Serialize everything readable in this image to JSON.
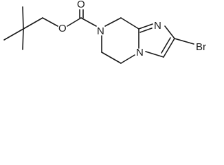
{
  "molecule": {
    "atoms": {
      "carbonyl_oxygen": "O",
      "ester_oxygen": "O",
      "ring_nitrogen_7": "N",
      "imine_nitrogen": "N",
      "bridgehead_nitrogen": "N",
      "bromine": "Br"
    }
  },
  "colors": {
    "bond": "#1a1a1a",
    "label": "#1a1a1a",
    "background": "#ffffff"
  }
}
